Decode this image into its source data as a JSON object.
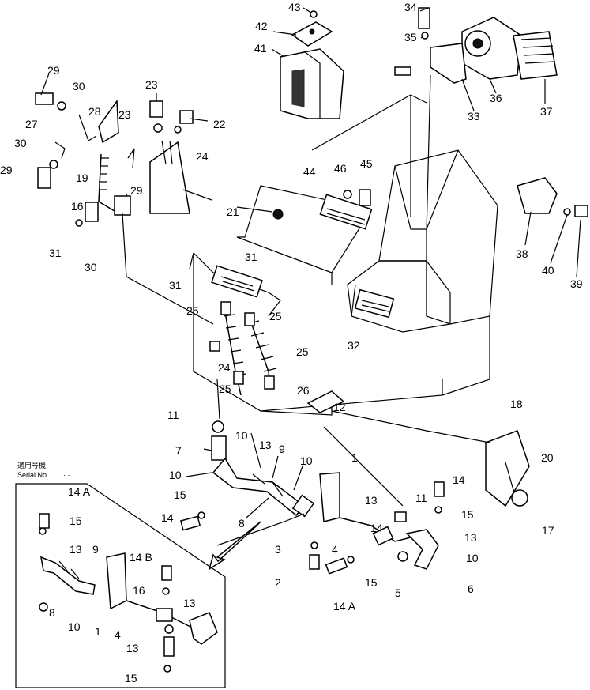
{
  "inset": {
    "caption_jp": "適用号機",
    "caption_en": "Serial No.",
    "dots": "· · ·"
  },
  "labels": [
    {
      "id": "l1",
      "text": "1"
    },
    {
      "id": "l1b",
      "text": "1"
    },
    {
      "id": "l2",
      "text": "2"
    },
    {
      "id": "l3",
      "text": "3"
    },
    {
      "id": "l4",
      "text": "4"
    },
    {
      "id": "l4b",
      "text": "4"
    },
    {
      "id": "l5",
      "text": "5"
    },
    {
      "id": "l6",
      "text": "6"
    },
    {
      "id": "l7",
      "text": "7"
    },
    {
      "id": "l8",
      "text": "8"
    },
    {
      "id": "l8b",
      "text": "8"
    },
    {
      "id": "l9",
      "text": "9"
    },
    {
      "id": "l9b",
      "text": "9"
    },
    {
      "id": "l10a",
      "text": "10"
    },
    {
      "id": "l10b",
      "text": "10"
    },
    {
      "id": "l10c",
      "text": "10"
    },
    {
      "id": "l10d",
      "text": "10"
    },
    {
      "id": "l10e",
      "text": "10"
    },
    {
      "id": "l11a",
      "text": "11"
    },
    {
      "id": "l11b",
      "text": "11"
    },
    {
      "id": "l12",
      "text": "12"
    },
    {
      "id": "l13a",
      "text": "13"
    },
    {
      "id": "l13b",
      "text": "13"
    },
    {
      "id": "l13c",
      "text": "13"
    },
    {
      "id": "l13d",
      "text": "13"
    },
    {
      "id": "l13e",
      "text": "13"
    },
    {
      "id": "l13f",
      "text": "13"
    },
    {
      "id": "l14a",
      "text": "14"
    },
    {
      "id": "l14b",
      "text": "14"
    },
    {
      "id": "l14c",
      "text": "14"
    },
    {
      "id": "l14A1",
      "text": "14 A"
    },
    {
      "id": "l14A2",
      "text": "14 A"
    },
    {
      "id": "l14B",
      "text": "14 B"
    },
    {
      "id": "l15a",
      "text": "15"
    },
    {
      "id": "l15b",
      "text": "15"
    },
    {
      "id": "l15c",
      "text": "15"
    },
    {
      "id": "l15d",
      "text": "15"
    },
    {
      "id": "l15e",
      "text": "15"
    },
    {
      "id": "l16a",
      "text": "16"
    },
    {
      "id": "l16b",
      "text": "16"
    },
    {
      "id": "l17",
      "text": "17"
    },
    {
      "id": "l18",
      "text": "18"
    },
    {
      "id": "l19",
      "text": "19"
    },
    {
      "id": "l20",
      "text": "20"
    },
    {
      "id": "l21",
      "text": "21"
    },
    {
      "id": "l22",
      "text": "22"
    },
    {
      "id": "l23a",
      "text": "23"
    },
    {
      "id": "l23b",
      "text": "23"
    },
    {
      "id": "l24a",
      "text": "24"
    },
    {
      "id": "l24b",
      "text": "24"
    },
    {
      "id": "l25a",
      "text": "25"
    },
    {
      "id": "l25b",
      "text": "25"
    },
    {
      "id": "l25c",
      "text": "25"
    },
    {
      "id": "l25d",
      "text": "25"
    },
    {
      "id": "l26",
      "text": "26"
    },
    {
      "id": "l27",
      "text": "27"
    },
    {
      "id": "l28",
      "text": "28"
    },
    {
      "id": "l29a",
      "text": "29"
    },
    {
      "id": "l29b",
      "text": "29"
    },
    {
      "id": "l29c",
      "text": "29"
    },
    {
      "id": "l30a",
      "text": "30"
    },
    {
      "id": "l30b",
      "text": "30"
    },
    {
      "id": "l30c",
      "text": "30"
    },
    {
      "id": "l31a",
      "text": "31"
    },
    {
      "id": "l31b",
      "text": "31"
    },
    {
      "id": "l31c",
      "text": "31"
    },
    {
      "id": "l32",
      "text": "32"
    },
    {
      "id": "l33",
      "text": "33"
    },
    {
      "id": "l34",
      "text": "34"
    },
    {
      "id": "l35",
      "text": "35"
    },
    {
      "id": "l36",
      "text": "36"
    },
    {
      "id": "l37",
      "text": "37"
    },
    {
      "id": "l38",
      "text": "38"
    },
    {
      "id": "l39",
      "text": "39"
    },
    {
      "id": "l40",
      "text": "40"
    },
    {
      "id": "l41",
      "text": "41"
    },
    {
      "id": "l42",
      "text": "42"
    },
    {
      "id": "l43",
      "text": "43"
    },
    {
      "id": "l44",
      "text": "44"
    },
    {
      "id": "l45",
      "text": "45"
    },
    {
      "id": "l46",
      "text": "46"
    }
  ]
}
